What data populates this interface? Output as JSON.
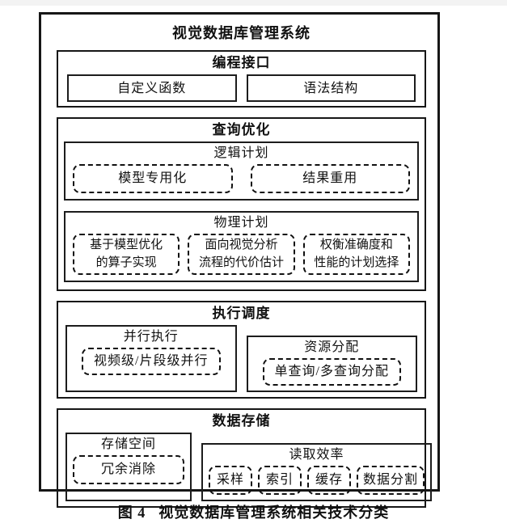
{
  "figure": {
    "title": "视觉数据库管理系统",
    "caption": {
      "label": "图 4",
      "text": "视觉数据库管理系统相关技术分类"
    },
    "programming_interface": {
      "title": "编程接口",
      "items": [
        "自定义函数",
        "语法结构"
      ]
    },
    "query_optimization": {
      "title": "查询优化",
      "logical_plan": {
        "title": "逻辑计划",
        "items": [
          "模型专用化",
          "结果重用"
        ]
      },
      "physical_plan": {
        "title": "物理计划",
        "items": [
          {
            "line1": "基于模型优化",
            "line2": "的算子实现"
          },
          {
            "line1": "面向视觉分析",
            "line2": "流程的代价估计"
          },
          {
            "line1": "权衡准确度和",
            "line2": "性能的计划选择"
          }
        ]
      }
    },
    "execution_scheduling": {
      "title": "执行调度",
      "parallel_execution": {
        "title": "并行执行",
        "item": "视频级/片段级并行"
      },
      "resource_allocation": {
        "title": "资源分配",
        "item": "单查询/多查询分配"
      }
    },
    "data_storage": {
      "title": "数据存储",
      "storage_space": {
        "title": "存储空间",
        "item": "冗余消除"
      },
      "read_efficiency": {
        "title": "读取效率",
        "items": [
          "采样",
          "索引",
          "缓存",
          "数据分割"
        ]
      }
    },
    "colors": {
      "border": "#1a1a1a",
      "text": "#111111",
      "background": "#ffffff"
    }
  }
}
